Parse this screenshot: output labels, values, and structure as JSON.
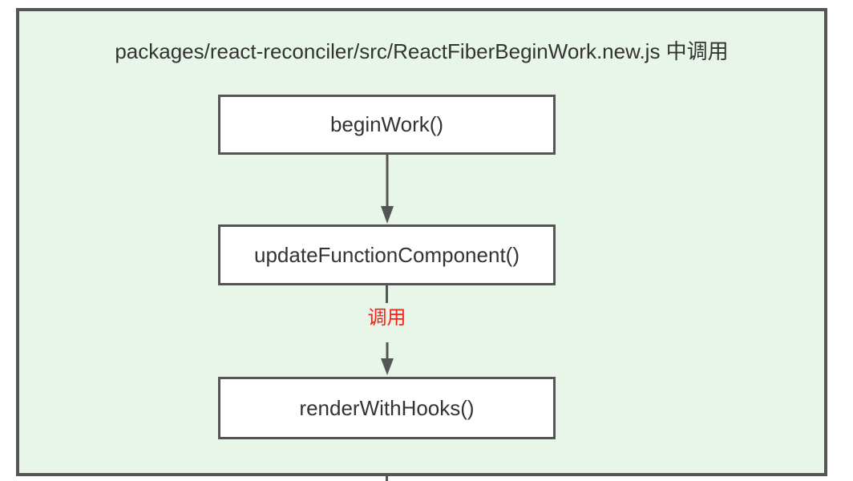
{
  "diagram": {
    "title": "packages/react-reconciler/src/ReactFiberBeginWork.new.js 中调用",
    "nodes": [
      {
        "id": "beginWork",
        "label": "beginWork()"
      },
      {
        "id": "updateFunctionComponent",
        "label": "updateFunctionComponent()"
      },
      {
        "id": "renderWithHooks",
        "label": "renderWithHooks()"
      }
    ],
    "edges": [
      {
        "from": "beginWork",
        "to": "updateFunctionComponent",
        "label": ""
      },
      {
        "from": "updateFunctionComponent",
        "to": "renderWithHooks",
        "label": "调用"
      }
    ],
    "edge_label": "调用"
  },
  "colors": {
    "container_bg": "#e8f5e9",
    "border_color": "#555555",
    "box_bg": "#ffffff",
    "text_color": "#333333",
    "edge_label_color": "#fb1e17"
  }
}
